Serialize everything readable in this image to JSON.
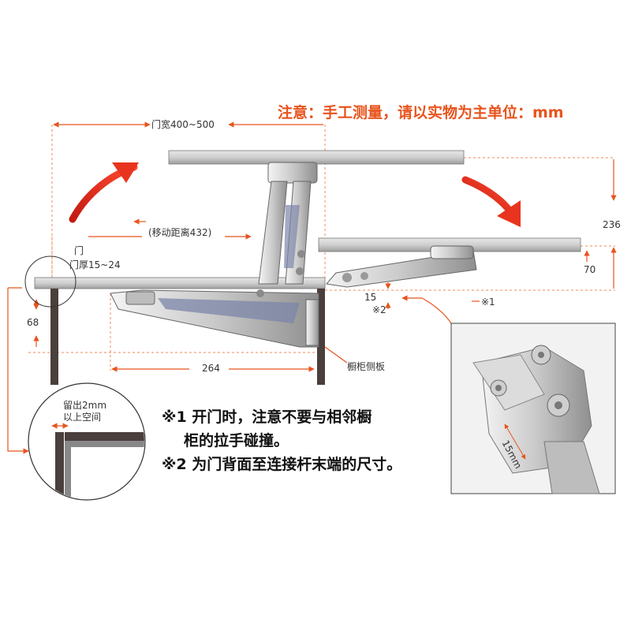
{
  "header": {
    "note": "注意：手工测量，请以实物为主单位：mm"
  },
  "dimensions": {
    "door_width": "门宽400~500",
    "travel": "(移动距离432)",
    "door_label": "门",
    "door_thickness": "门厚15~24",
    "depth_264": "264",
    "height_68": "68",
    "offset_15": "15",
    "mark_2": "※2",
    "mark_1": "※1",
    "dim_236": "236",
    "dim_70": "70",
    "cabinet_side": "橱柜侧板",
    "clearance": "留出2mm",
    "clearance2": "以上空间",
    "inset_15mm": "15mm"
  },
  "notes": {
    "note1_line1": "※1 开门时，注意不要与相邻橱",
    "note1_line2": "柜的拉手碰撞。",
    "note2": "※2 为门背面至连接杆末端的尺寸。"
  },
  "colors": {
    "accent_red": "#e8541e",
    "arrow_red": "#d8271c",
    "dashed_orange": "#f08a5a",
    "cabinet_dark": "#4a3f3c"
  }
}
